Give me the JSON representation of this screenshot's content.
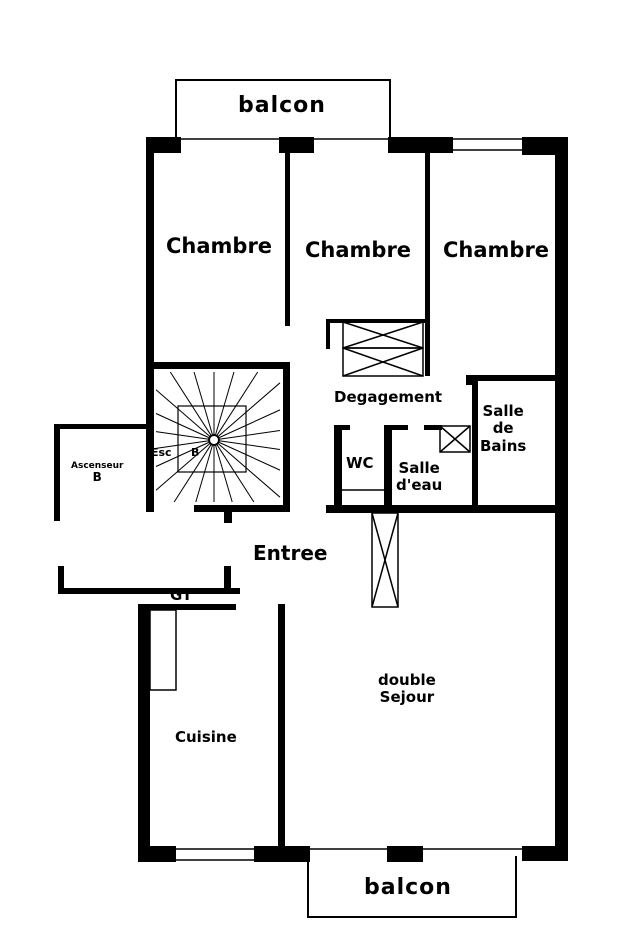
{
  "plan": {
    "balcon_top": "balcon",
    "balcon_bottom": "balcon",
    "chambre_1": "Chambre",
    "chambre_2": "Chambre",
    "chambre_3": "Chambre",
    "degagement": "Degagement",
    "salle_de_bains": [
      "Salle",
      "de",
      "Bains"
    ],
    "wc": "WC",
    "salle_d_eau": [
      "Salle",
      "d'eau"
    ],
    "esc": "Esc",
    "escalier_b": "B",
    "ascenseur": [
      "Ascenseur",
      "B"
    ],
    "entree": "Entree",
    "gt": "GT",
    "cuisine": "Cuisine",
    "sejour": [
      "double",
      "Sejour"
    ]
  }
}
